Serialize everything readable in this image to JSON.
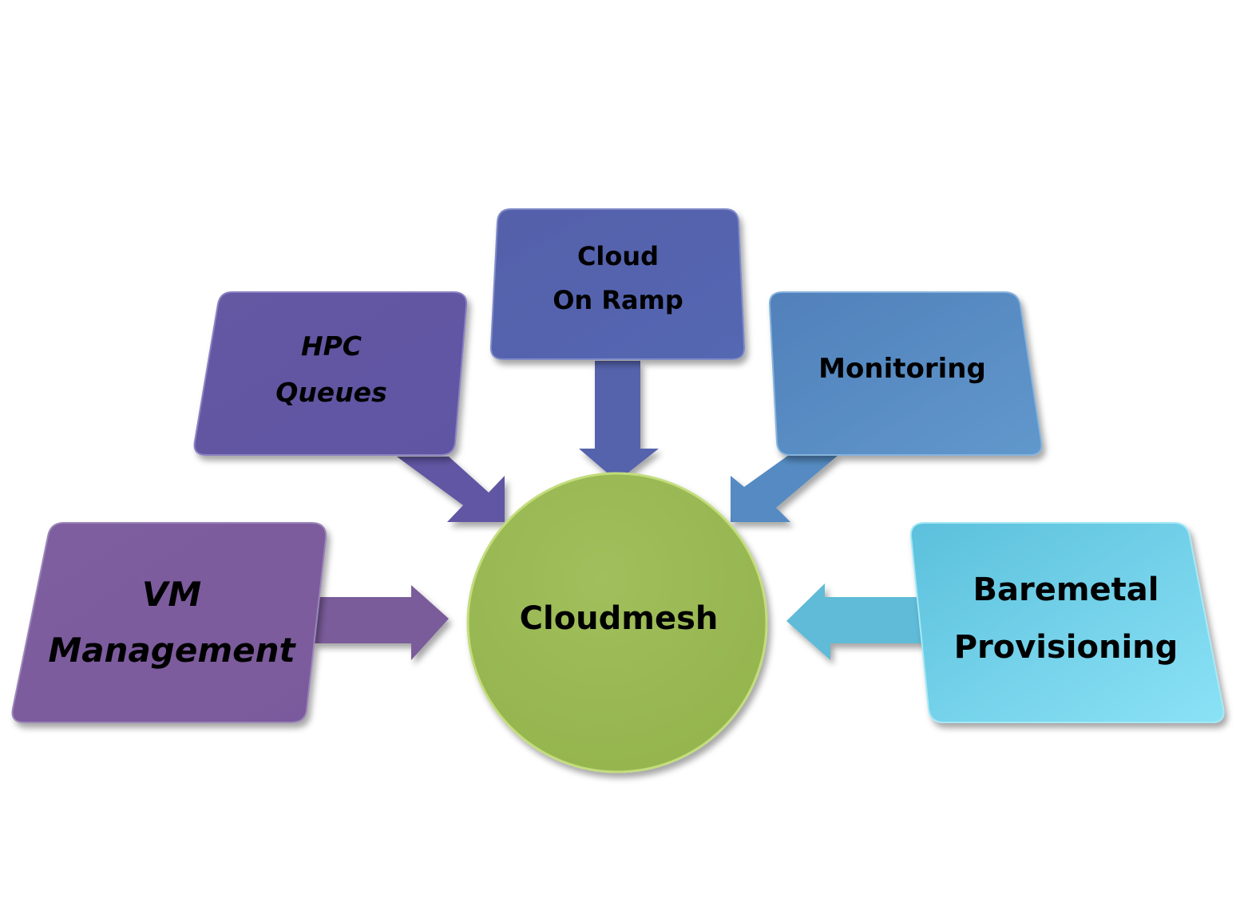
{
  "diagram": {
    "center": {
      "label": "Cloudmesh"
    },
    "nodes": {
      "vm": {
        "line1": "VM",
        "line2": "Management"
      },
      "hpc": {
        "line1": "HPC",
        "line2": "Queues"
      },
      "cloud": {
        "line1": "Cloud",
        "line2": "On Ramp"
      },
      "mon": {
        "line1": "Monitoring"
      },
      "bare": {
        "line1": "Baremetal",
        "line2": "Provisioning"
      }
    }
  },
  "colors": {
    "vm": "#7a5c9a",
    "hpc": "#6157a3",
    "cloud": "#5563ad",
    "monitoring": "#548bc2",
    "baremetal": "#6ccbe6",
    "center": "#9cbb58"
  }
}
